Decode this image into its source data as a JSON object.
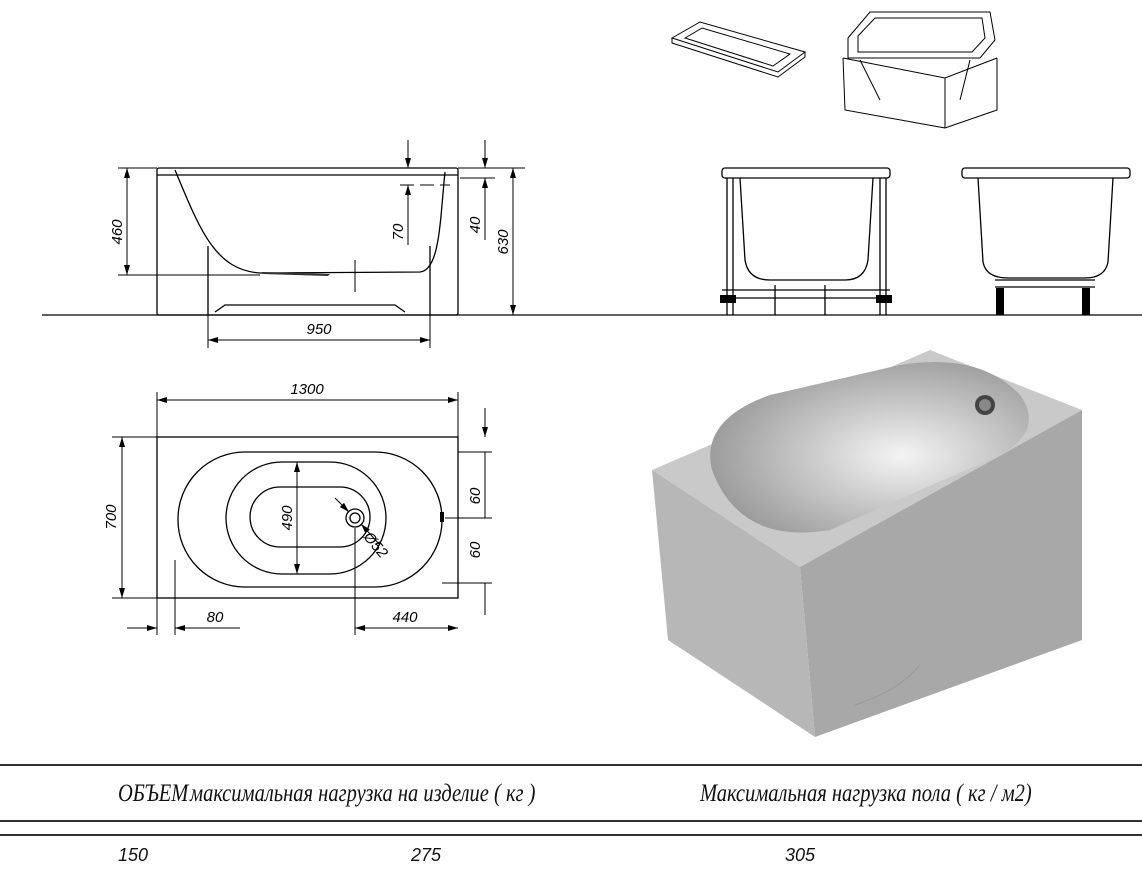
{
  "side_view": {
    "dims": {
      "height_inner": "460",
      "overflow": "70",
      "rim": "40",
      "height_total": "630",
      "base_width": "950"
    }
  },
  "top_view": {
    "dims": {
      "length": "1300",
      "width": "700",
      "inner_width": "490",
      "offset_a": "60",
      "offset_b": "60",
      "left_offset": "80",
      "drain_offset": "440",
      "drain_diameter": "Ø52"
    }
  },
  "table": {
    "headers": [
      "ОБЪЕМ",
      "максимальная нагрузка на изделие ( кг )",
      "Максимальная нагрузка пола ( кг / м2)"
    ],
    "values": [
      "150",
      "275",
      "305"
    ]
  },
  "colors": {
    "line": "#000000",
    "render_top": "#c8c8c8",
    "render_front": "#a9a9a9",
    "render_side": "#b5b5b5"
  }
}
